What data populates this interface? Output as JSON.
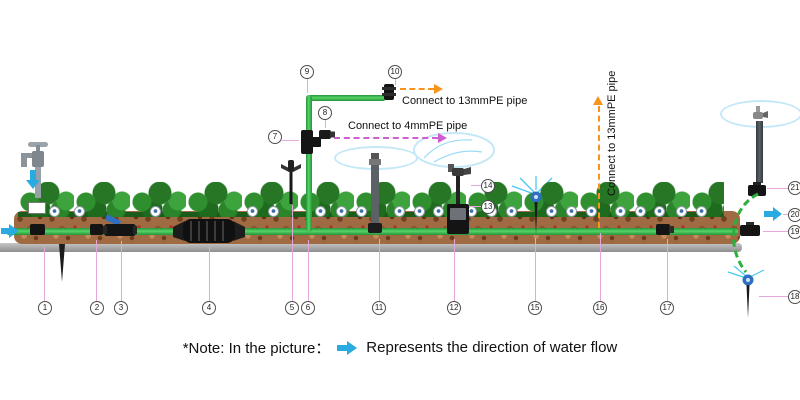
{
  "callouts": [
    "1",
    "2",
    "3",
    "4",
    "5",
    "6",
    "7",
    "8",
    "9",
    "10",
    "11",
    "12",
    "13",
    "14",
    "15",
    "16",
    "17",
    "18",
    "19",
    "20",
    "21"
  ],
  "annotations": {
    "top_pe13": "Connect to 13mmPE pipe",
    "pe4": "Connect to 4mmPE pipe",
    "vertical_pe13": "Connect to 13mmPE pipe"
  },
  "note": {
    "prefix": "*Note: In the picture：",
    "suffix": "Represents the direction of water flow"
  },
  "colors": {
    "pipe_green": "#2fae3f",
    "dashed_orange": "#f7941d",
    "dashed_magenta": "#cf5fd0",
    "flow_arrow_blue": "#29abe2",
    "leader_pink": "#e3a7d8",
    "spray_blue": "#c5e8f7"
  }
}
